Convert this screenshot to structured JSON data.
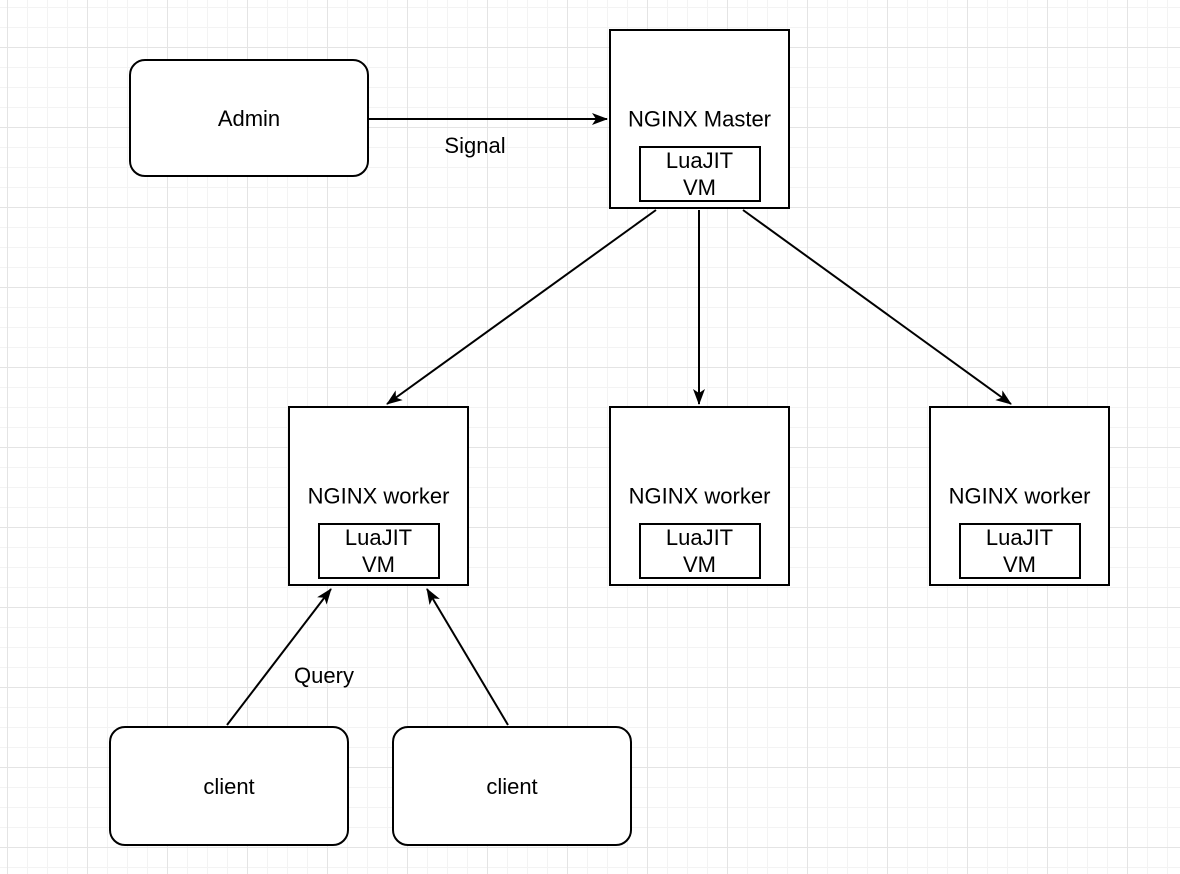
{
  "diagram": {
    "nodes": {
      "admin": {
        "label": "Admin"
      },
      "master": {
        "label": "NGINX Master",
        "vm": {
          "line1": "LuaJIT",
          "line2": "VM"
        }
      },
      "workers": [
        {
          "label": "NGINX worker",
          "vm": {
            "line1": "LuaJIT",
            "line2": "VM"
          }
        },
        {
          "label": "NGINX worker",
          "vm": {
            "line1": "LuaJIT",
            "line2": "VM"
          }
        },
        {
          "label": "NGINX worker",
          "vm": {
            "line1": "LuaJIT",
            "line2": "VM"
          }
        }
      ],
      "clients": [
        {
          "label": "client"
        },
        {
          "label": "client"
        }
      ]
    },
    "edge_labels": {
      "signal": "Signal",
      "query": "Query"
    },
    "colors": {
      "stroke": "#000000",
      "node_fill": "#ffffff",
      "text": "#000000",
      "background": "#ffffff",
      "grid_minor": "#f3f3f3",
      "grid_major": "#e4e4e4"
    }
  }
}
